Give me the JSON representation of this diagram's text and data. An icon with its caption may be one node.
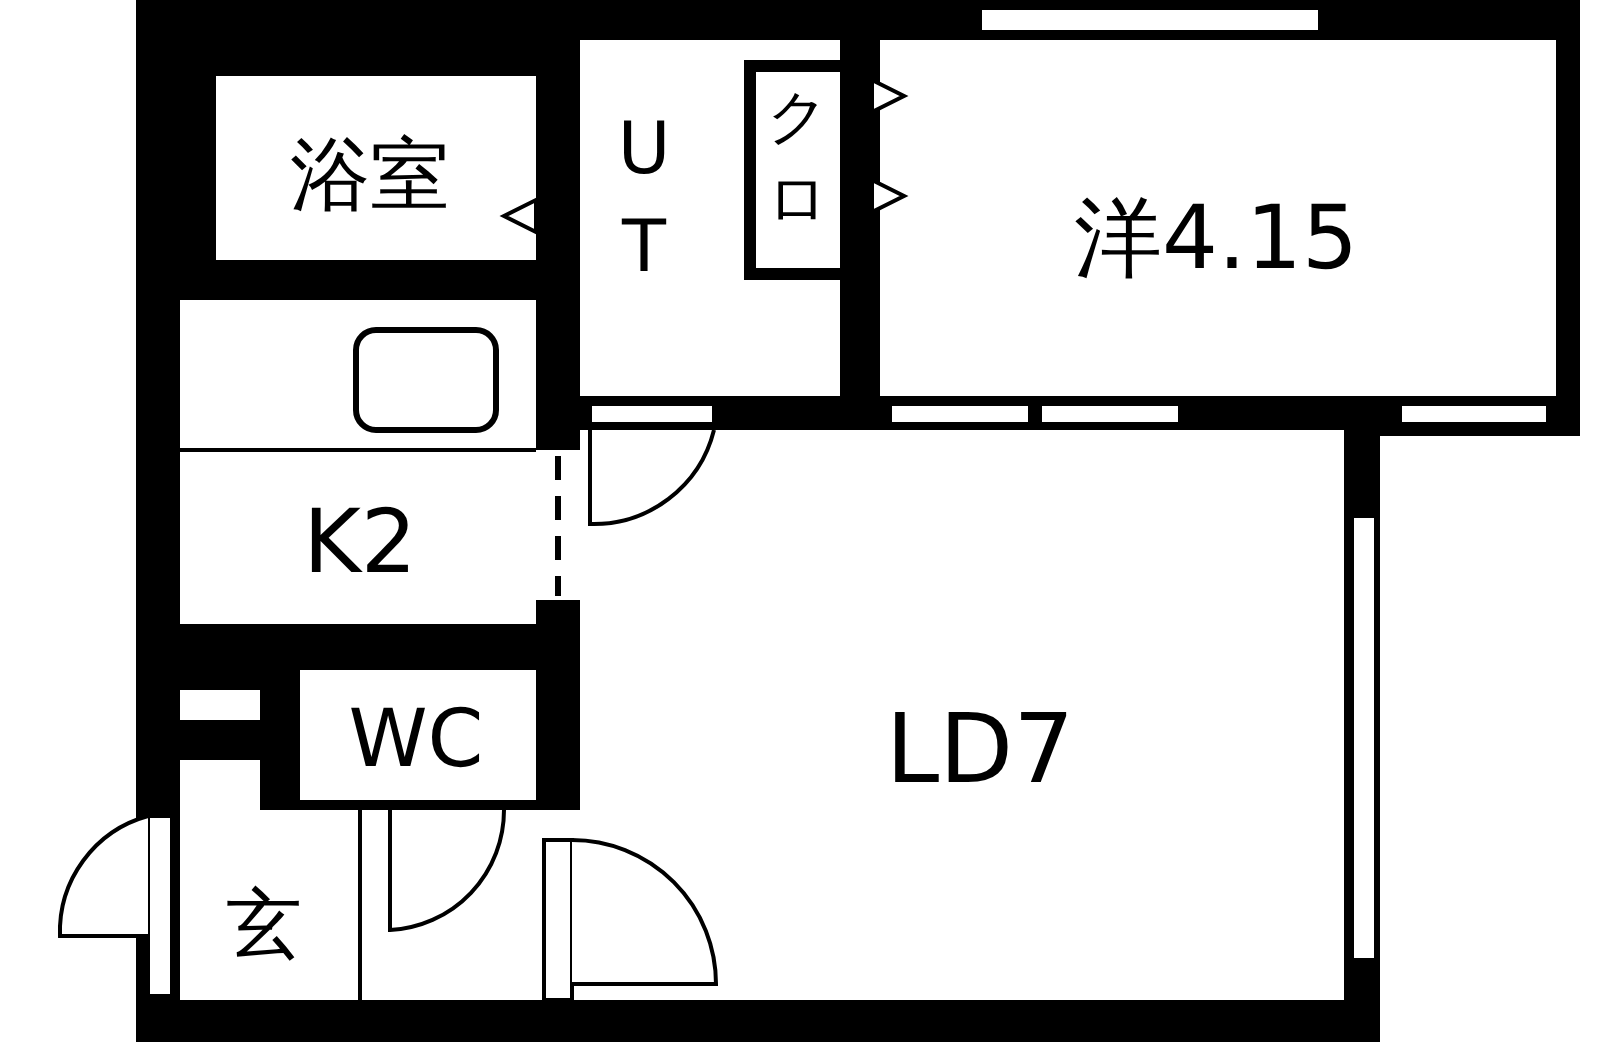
{
  "diagram": {
    "labels": [
      "浴室",
      "UT",
      "クロ",
      "洋4.15",
      "K2",
      "WC",
      "LD7",
      "玄"
    ]
  }
}
